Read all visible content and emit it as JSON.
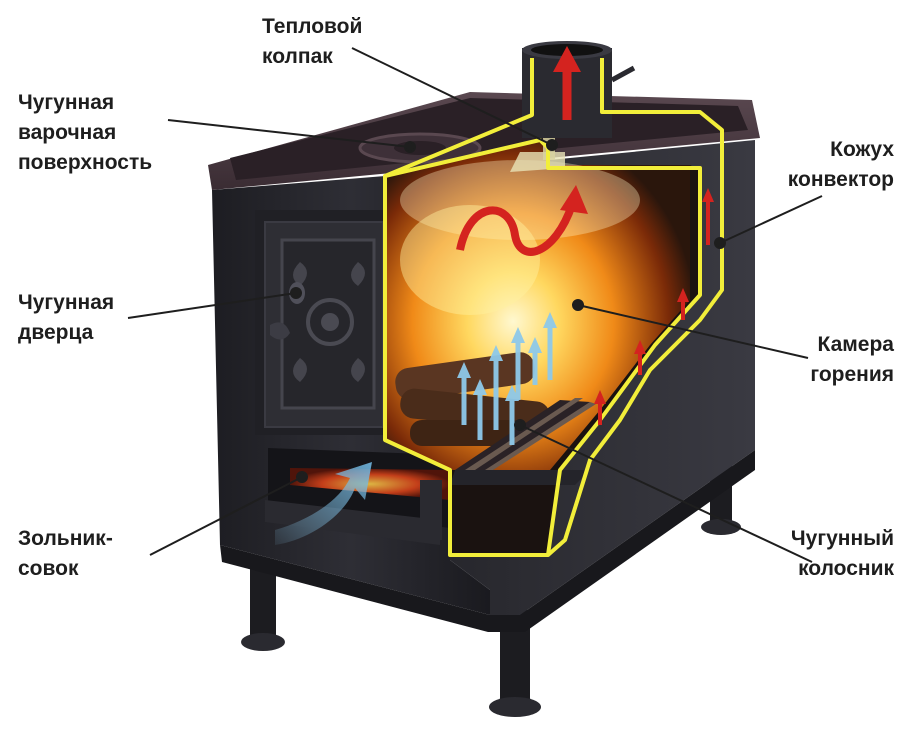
{
  "labels": {
    "heat_cap": {
      "line1": "Тепловой",
      "line2": "колпак"
    },
    "cooking_surface": {
      "line1": "Чугунная",
      "line2": "варочная",
      "line3": "поверхность"
    },
    "casing": {
      "line1": "Кожух",
      "line2": "конвектор"
    },
    "door": {
      "line1": "Чугунная",
      "line2": "дверца"
    },
    "chamber": {
      "line1": "Камера",
      "line2": "горения"
    },
    "ash_pan": {
      "line1": "Зольник-",
      "line2": "совок"
    },
    "grate": {
      "line1": "Чугунный",
      "line2": "колосник"
    }
  },
  "colors": {
    "stove_body": "#26262c",
    "top_plate": "#4a3a42",
    "outline": "#f2ee3a",
    "hot_arrow": "#d4231f",
    "cold_arrow": "#7ec0e6",
    "flame": "#ffb020",
    "leader": "#1e1e1e"
  }
}
